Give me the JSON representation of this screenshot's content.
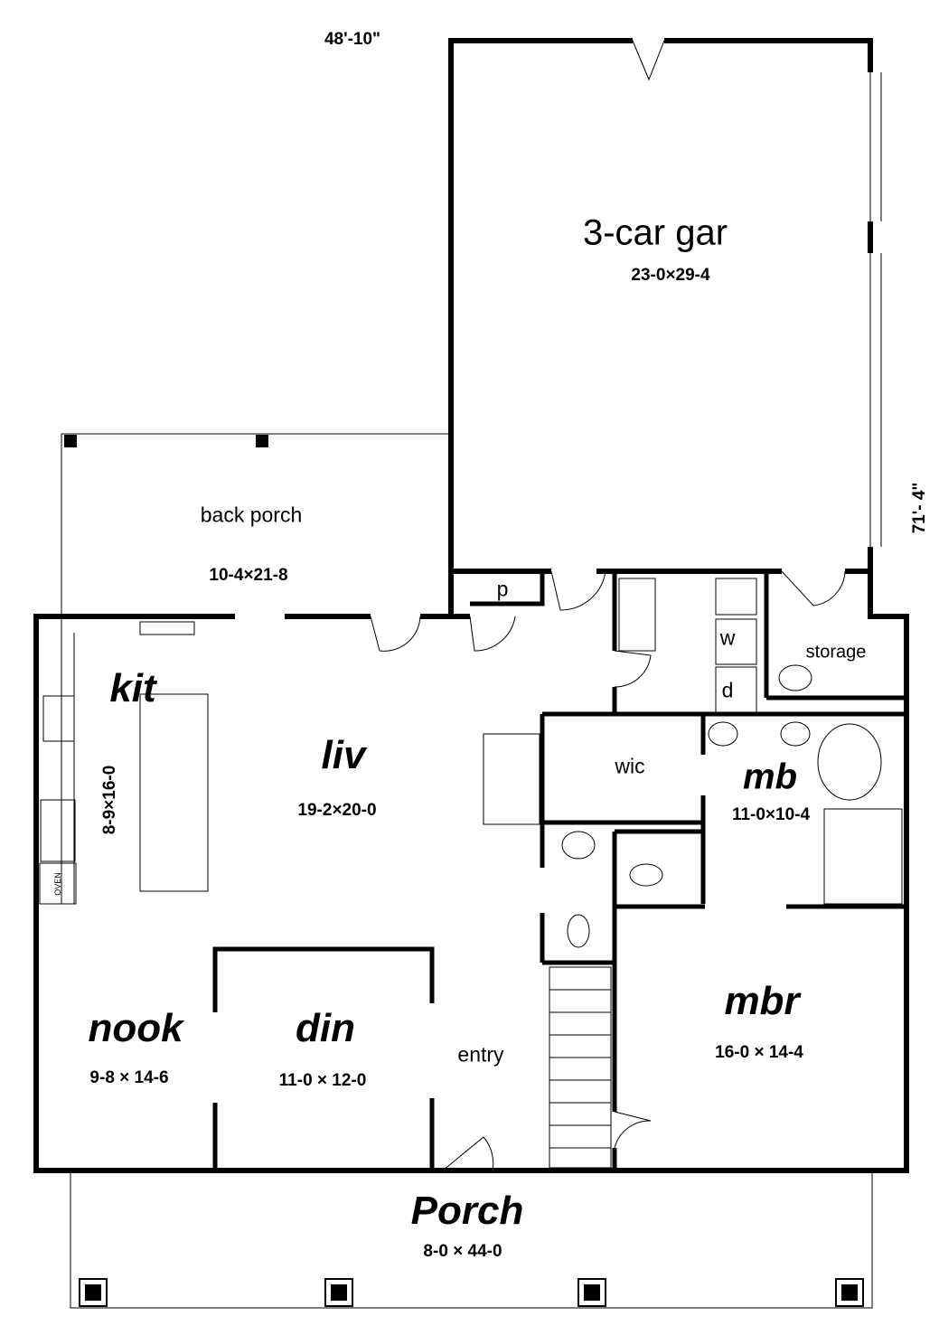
{
  "overall": {
    "width_label": "48'-10\"",
    "depth_label": "71'- 4\""
  },
  "rooms": {
    "garage": {
      "name": "3-car gar",
      "size": "23-0×29-4"
    },
    "back_porch": {
      "name": "back porch",
      "size": "10-4×21-8"
    },
    "pantry": {
      "name": "p"
    },
    "kitchen": {
      "name": "kit",
      "size": "8-9×16-0",
      "appliance": "OVEN"
    },
    "living": {
      "name": "liv",
      "size": "19-2×20-0"
    },
    "washer": {
      "name": "w"
    },
    "dryer": {
      "name": "d"
    },
    "storage": {
      "name": "storage"
    },
    "wic": {
      "name": "wic"
    },
    "master_bath": {
      "name": "mb",
      "size": "11-0×10-4"
    },
    "nook": {
      "name": "nook",
      "size": "9-8 × 14-6"
    },
    "dining": {
      "name": "din",
      "size": "11-0 × 12-0"
    },
    "entry": {
      "name": "entry"
    },
    "master_bedroom": {
      "name": "mbr",
      "size": "16-0 × 14-4"
    },
    "porch": {
      "name": "Porch",
      "size": "8-0 × 44-0"
    }
  }
}
